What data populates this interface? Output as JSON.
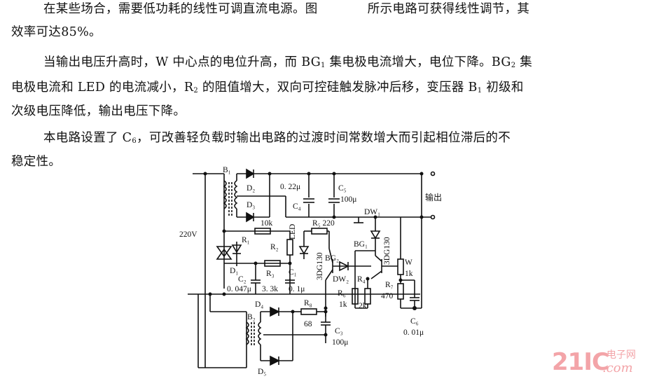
{
  "document": {
    "paragraph1": {
      "line1": "在某些场合，需要低功耗的线性可调直流电源。图　　　　所示电路可获得线性调节，其",
      "line2": "效率可达85%。"
    },
    "paragraph2": {
      "line1_a": "当输出电压升高时，W 中心点的电位升高，而 BG",
      "line1_sub1": "1",
      "line1_b": " 集电极电流增大，电位下降。BG",
      "line1_sub2": "2",
      "line1_c": " 集",
      "line2_a": "电极电流和 LED 的电流减小，R",
      "line2_sub1": "2",
      "line2_b": " 的阻值增大，双向可控硅触发脉冲后移，变压器 B",
      "line2_sub2": "1",
      "line2_c": " 初级和",
      "line3": "次级电压降低，输出电压下降。"
    },
    "paragraph3": {
      "line1_a": "本电路设置了 C",
      "line1_sub": "6",
      "line1_b": "，可改善轻负载时输出电路的过渡时间常数增大而引起相位滞后的不",
      "line2": "稳定性。"
    }
  },
  "circuit": {
    "labels": {
      "B1": "B₁",
      "D2": "D₂",
      "D3": "D₃",
      "C4_value": "0. 22μ",
      "C4": "C₄",
      "C5": "C₅",
      "C5_value": "100μ",
      "output": "输出",
      "DW1": "DW₁",
      "R_10k": "10k",
      "R5": "R₅ 220",
      "LED": "LED",
      "input_voltage": "220V",
      "R1": "R₁",
      "R2": "R₂",
      "BG2": "BG₂",
      "BG2_type": "3DG130",
      "BG1": "BG₁",
      "BG1_type": "3DG130",
      "D1": "D₁",
      "C2": "C₂",
      "R3": "R₃",
      "C1": "C₁",
      "C2_value": "0. 047μ",
      "R3_value": "3. 3k",
      "C1_value": "0. 1μ",
      "DW2": "DW₂",
      "R4": "R₄",
      "R6": "R₆",
      "R6_value": "1k",
      "R4_value": "2k",
      "W": "W",
      "W_value": "1k",
      "R7": "R₇",
      "R7_value": "470",
      "D4": "D₄",
      "R8": "R₈",
      "R8_value": "68",
      "B2": "B₂",
      "C3": "C₃",
      "C3_value": "100μ",
      "C6": "C₆",
      "C6_value": "0. 01μ",
      "D5": "D₅"
    }
  },
  "watermark": {
    "brand": "21IC",
    "cn": "电子网",
    "domain": ".com",
    "color": "#f3a4a8"
  }
}
